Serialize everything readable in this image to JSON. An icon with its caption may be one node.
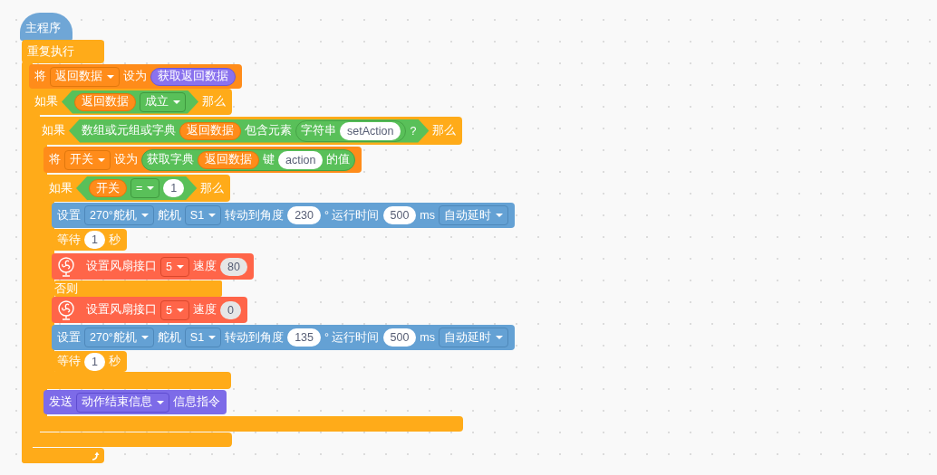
{
  "diagram": {
    "nodes": [
      {
        "text": [
          "主程序"
        ]
      },
      {
        "text": [
          "重复执行"
        ]
      },
      {
        "text": [
          "将",
          "设为"
        ]
      },
      {
        "text": [
          "返回数据"
        ],
        "in": 2
      },
      {
        "text": [
          "获取返回数据"
        ],
        "in": 2
      },
      {
        "text": [
          "如果",
          "那么"
        ]
      },
      {
        "text": [],
        "shape": "hexagon",
        "in": 5
      },
      {
        "text": [
          "返回数据"
        ],
        "in": 6
      },
      {
        "text": [
          "成立"
        ],
        "in": 6
      },
      {
        "text": [
          "如果",
          "那么"
        ]
      },
      {
        "text": [
          "数组或元组或字典",
          "包含元素",
          "?"
        ],
        "in": 9
      },
      {
        "text": [
          "返回数据"
        ],
        "in": 10
      },
      {
        "text": [
          "字符串"
        ],
        "in": 10
      },
      {
        "text": [
          "setAction"
        ],
        "in": 12
      },
      {
        "text": [
          "将",
          "设为"
        ]
      },
      {
        "text": [
          "开关"
        ],
        "in": 14
      },
      {
        "text": [
          "获取字典",
          "键",
          "的值"
        ],
        "in": 14
      },
      {
        "text": [
          "返回数据"
        ],
        "in": 16
      },
      {
        "text": [
          "action"
        ],
        "in": 16
      },
      {
        "text": [
          "如果",
          "那么"
        ]
      },
      {
        "text": [],
        "shape": "hexagon",
        "in": 19
      },
      {
        "text": [
          "开关"
        ],
        "in": 20
      },
      {
        "text": [
          "="
        ],
        "in": 20
      },
      {
        "text": [
          "1"
        ],
        "in": 20
      },
      {
        "text": [
          "设置",
          "舵机",
          "转动到角度",
          "° 运行时间",
          "ms"
        ]
      },
      {
        "text": [
          "270°舵机"
        ],
        "in": 24
      },
      {
        "text": [
          "S1"
        ],
        "in": 24
      },
      {
        "text": [
          "230"
        ],
        "in": 24
      },
      {
        "text": [
          "500"
        ],
        "in": 24
      },
      {
        "text": [
          "自动延时"
        ],
        "in": 24
      },
      {
        "text": [
          "等待",
          "秒"
        ]
      },
      {
        "text": [
          "1"
        ],
        "in": 30
      },
      {
        "text": [
          "设置风扇接口",
          "速度"
        ]
      },
      {
        "text": [
          "5"
        ],
        "in": 32
      },
      {
        "text": [
          "80"
        ],
        "in": 32
      },
      {
        "text": [
          "否则"
        ]
      },
      {
        "text": [
          "设置风扇接口",
          "速度"
        ]
      },
      {
        "text": [
          "5"
        ],
        "in": 36
      },
      {
        "text": [
          "0"
        ],
        "in": 36
      },
      {
        "text": [
          "设置",
          "舵机",
          "转动到角度",
          "° 运行时间",
          "ms"
        ]
      },
      {
        "text": [
          "270°舵机"
        ],
        "in": 39
      },
      {
        "text": [
          "S1"
        ],
        "in": 39
      },
      {
        "text": [
          "135"
        ],
        "in": 39
      },
      {
        "text": [
          "500"
        ],
        "in": 39
      },
      {
        "text": [
          "自动延时"
        ],
        "in": 39
      },
      {
        "text": [
          "等待",
          "秒"
        ]
      },
      {
        "text": [
          "1"
        ],
        "in": 45
      },
      {
        "text": [
          "发送",
          "信息指令"
        ]
      },
      {
        "text": [
          "动作结束信息"
        ],
        "in": 47
      }
    ]
  }
}
